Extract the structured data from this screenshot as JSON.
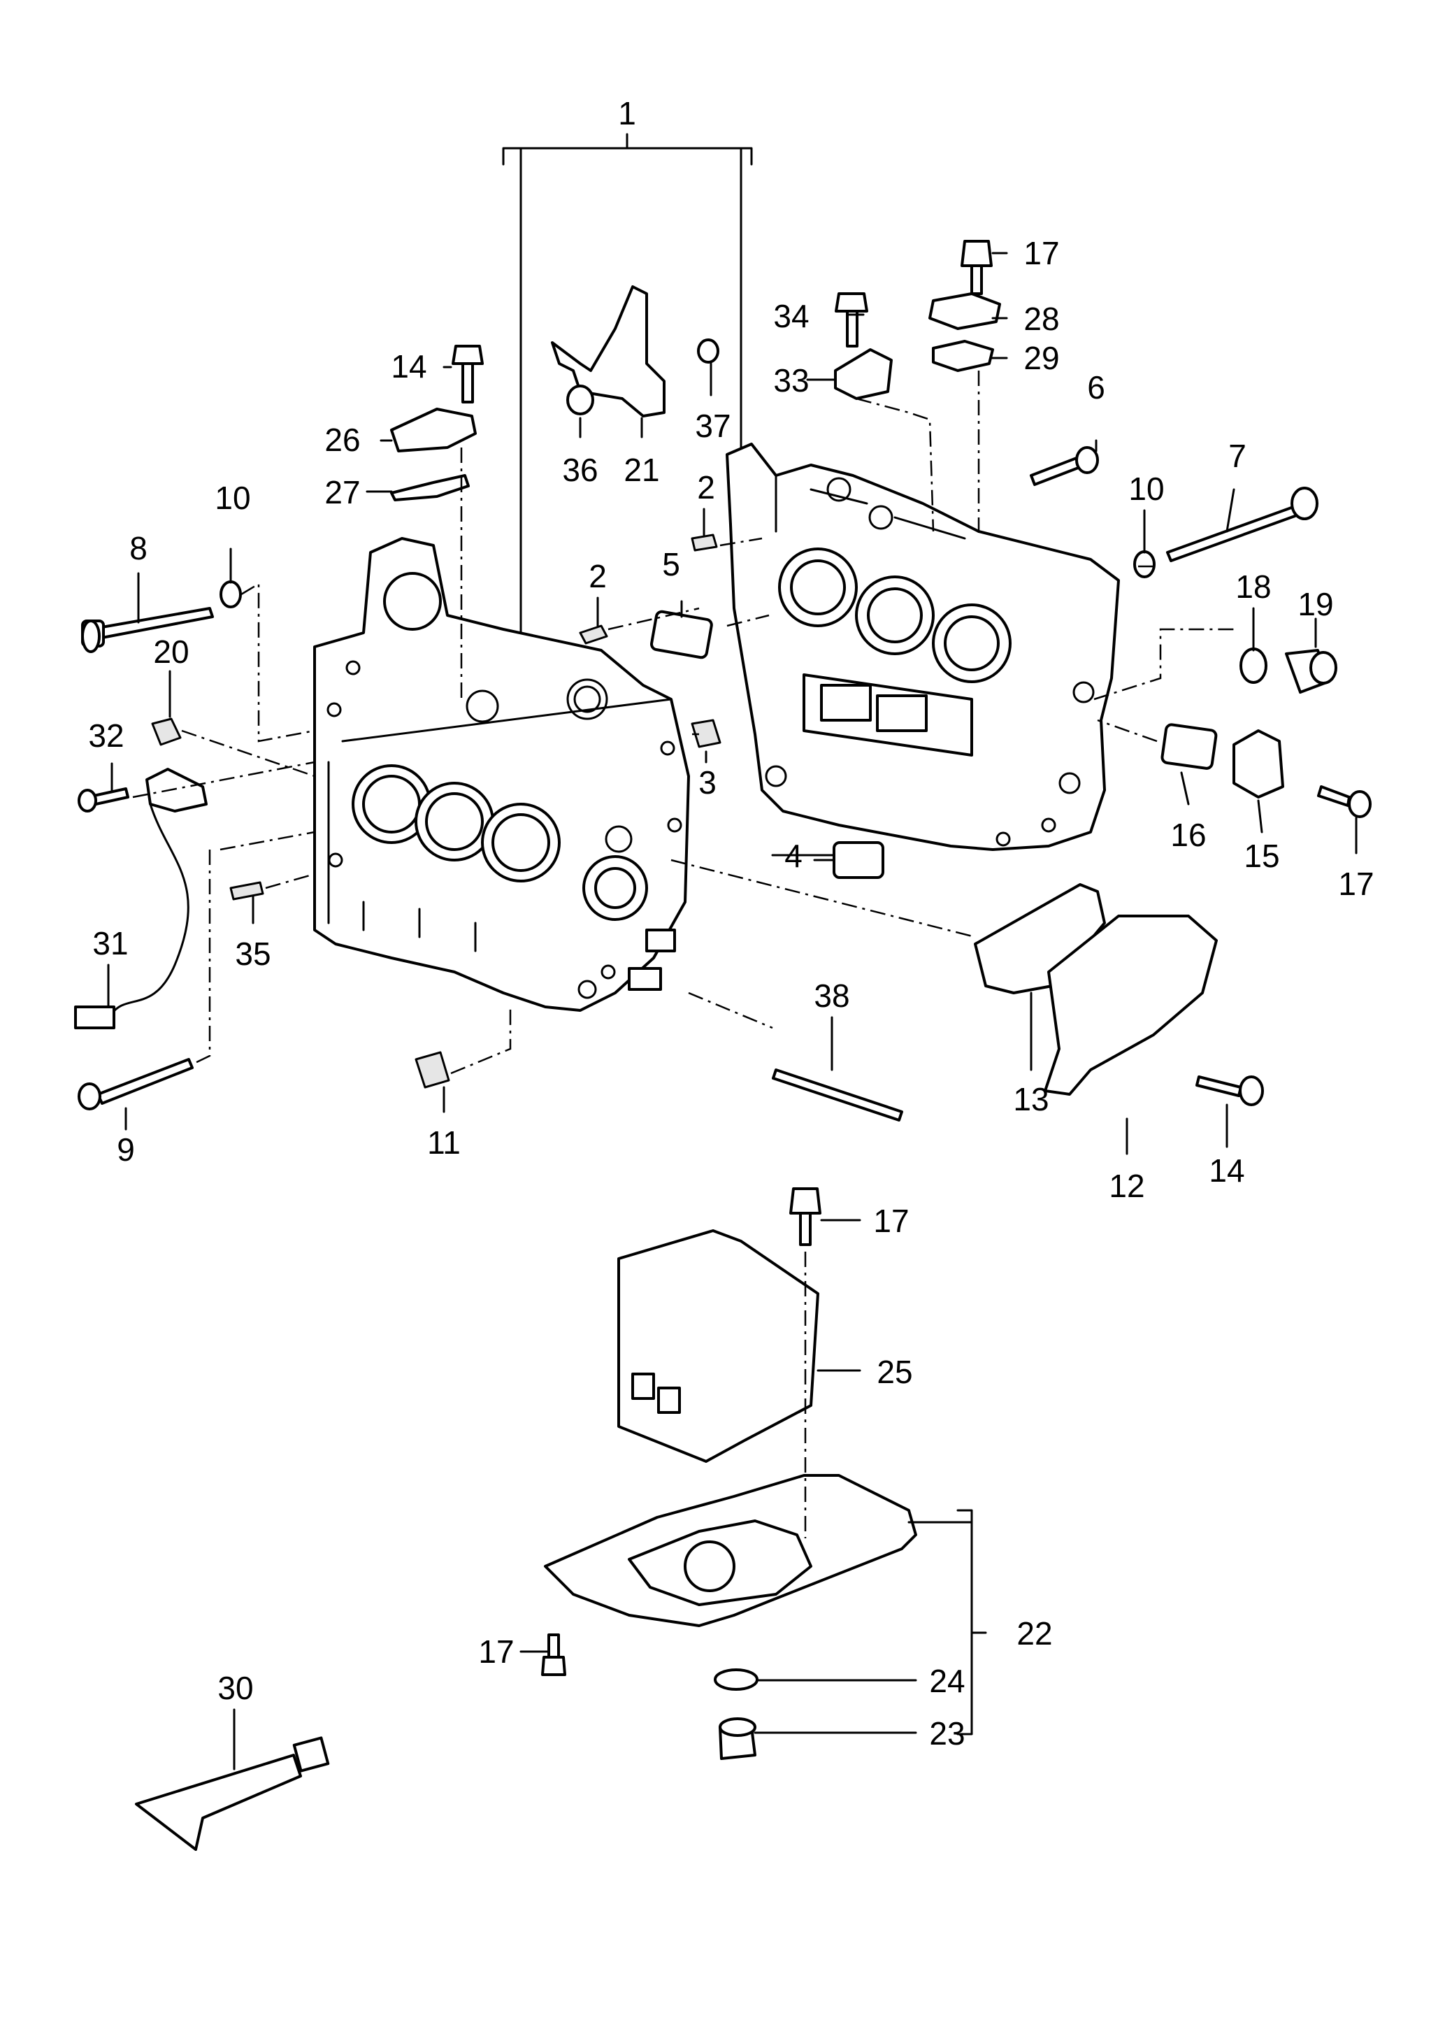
{
  "labels": {
    "l1": "1",
    "l2a": "2",
    "l2b": "2",
    "l3": "3",
    "l4": "4",
    "l5": "5",
    "l6": "6",
    "l7": "7",
    "l8": "8",
    "l9": "9",
    "l10a": "10",
    "l10b": "10",
    "l11": "11",
    "l12": "12",
    "l13": "13",
    "l14a": "14",
    "l14b": "14",
    "l15": "15",
    "l16": "16",
    "l17a": "17",
    "l17b": "17",
    "l17c": "17",
    "l17d": "17",
    "l18": "18",
    "l19": "19",
    "l20": "20",
    "l21": "21",
    "l22": "22",
    "l23": "23",
    "l24": "24",
    "l25": "25",
    "l26": "26",
    "l27": "27",
    "l28": "28",
    "l29": "29",
    "l30": "30",
    "l31": "31",
    "l32": "32",
    "l33": "33",
    "l34": "34",
    "l35": "35",
    "l36": "36",
    "l37": "37",
    "l38": "38"
  },
  "colors": {
    "line": "#000000",
    "background": "#ffffff",
    "fill": "#e6e6e6"
  }
}
